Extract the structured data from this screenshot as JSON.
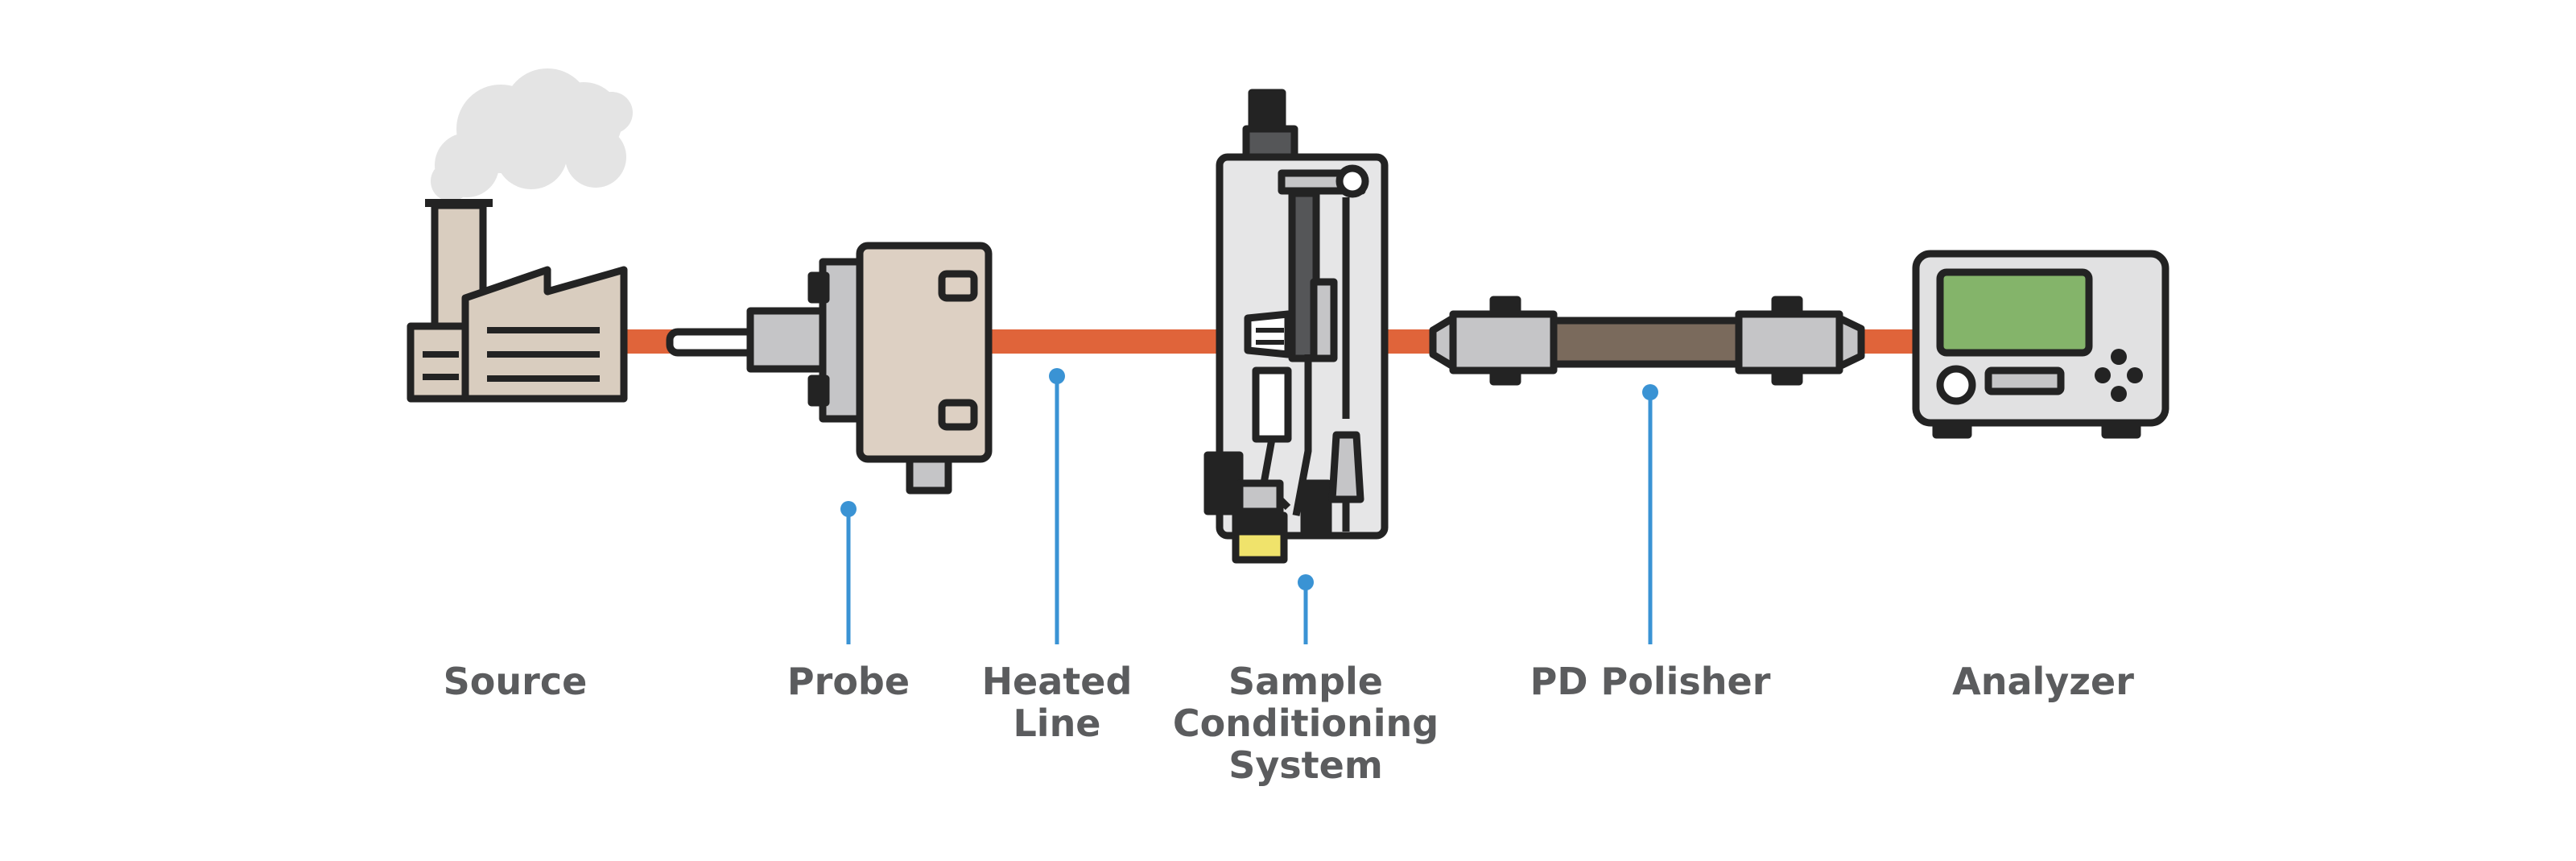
{
  "labels": {
    "source": "Source",
    "probe": "Probe",
    "heated_line": "Heated\nLine",
    "sample_conditioning": "Sample\nConditioning\nSystem",
    "pd_polisher": "PD Polisher",
    "analyzer": "Analyzer"
  },
  "colors": {
    "flow_line": "#e0643a",
    "outline": "#232323",
    "callout": "#3a93d4",
    "label_text": "#5b5c5e",
    "factory_body": "#d9cdbf",
    "probe_body": "#ddd0c3",
    "metal": "#c5c5c7",
    "cabinet": "#e6e6e7",
    "polisher_tube": "#7a6a5c",
    "analyzer_screen": "#84b46a",
    "analyzer_case": "#e1e1e2",
    "indicator": "#f0e36b",
    "smoke": "#e4e4e4"
  }
}
